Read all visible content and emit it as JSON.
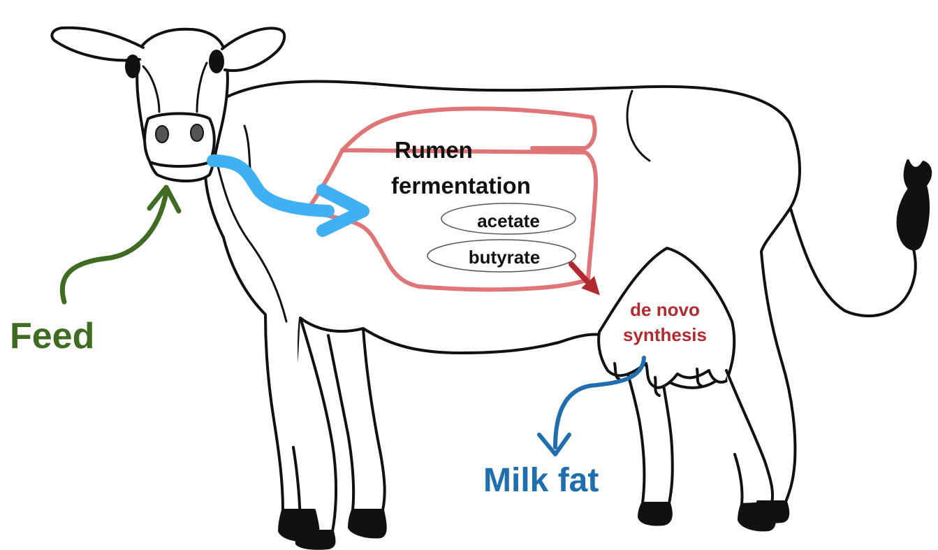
{
  "labels": {
    "feed": "Feed",
    "rumen_line1": "Rumen",
    "rumen_line2": "fermentation",
    "acetate": "acetate",
    "butyrate": "butyrate",
    "denovo_line1": "de novo",
    "denovo_line2": "synthesis",
    "milk_fat": "Milk fat"
  },
  "colors": {
    "feed": "#3f6b22",
    "intake_arrow": "#3fb0f2",
    "rumen_outline": "#e07476",
    "synthesis": "#b02a2f",
    "milk_fat": "#1f6fb0",
    "outline": "#111111"
  },
  "icons": {
    "cow": "cow-outline-icon",
    "feed_arrow": "curved-arrow-up-icon",
    "intake_arrow": "thick-arrow-right-icon",
    "synthesis_arrow": "arrow-down-right-icon",
    "milk_arrow": "curved-arrow-down-icon"
  }
}
